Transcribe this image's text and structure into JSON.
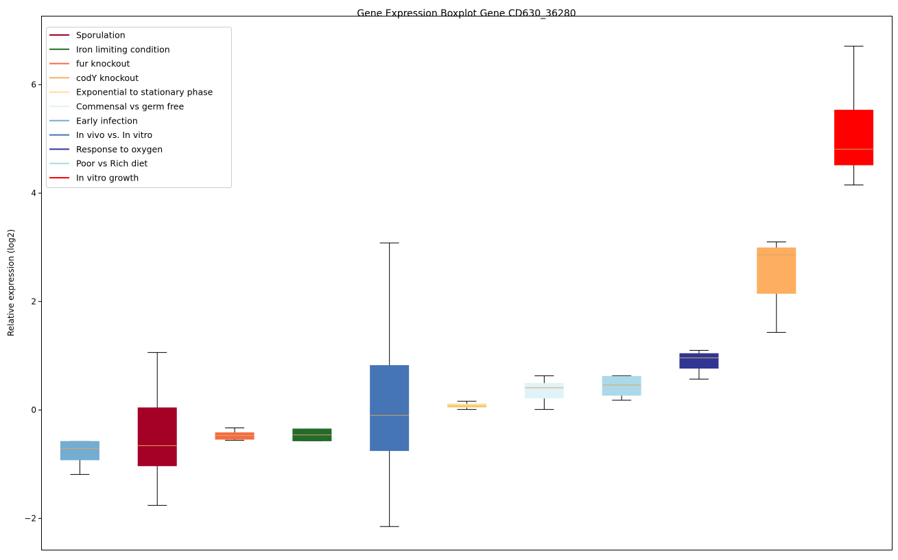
{
  "chart_data": {
    "type": "boxplot",
    "title": "Gene Expression Boxplot Gene CD630_36280",
    "xlabel": "",
    "ylabel": "Relative expression (log2)",
    "ylim": [
      -2.59,
      7.27
    ],
    "yticks": [
      -2,
      0,
      2,
      4,
      6
    ],
    "ytick_labels": [
      "−2",
      "0",
      "2",
      "4",
      "6"
    ],
    "grid": false,
    "legend_placement": "top-left",
    "legend": [
      {
        "label": "Sporulation",
        "color": "#a50026"
      },
      {
        "label": "Iron limiting condition",
        "color": "#236b2b"
      },
      {
        "label": "fur knockout",
        "color": "#f46d43"
      },
      {
        "label": "codY knockout",
        "color": "#fdae61"
      },
      {
        "label": "Exponential to stationary phase",
        "color": "#fee090"
      },
      {
        "label": "Commensal vs germ free",
        "color": "#e0f3f8"
      },
      {
        "label": "Early infection",
        "color": "#74add1"
      },
      {
        "label": "In vivo vs. In vitro",
        "color": "#4575b4"
      },
      {
        "label": "Response to oxygen",
        "color": "#313695"
      },
      {
        "label": "Poor vs Rich diet",
        "color": "#abd9e9"
      },
      {
        "label": "In vitro growth",
        "color": "#ff0000"
      }
    ],
    "boxes": [
      {
        "group": "Early infection",
        "color": "#74add1",
        "whislo": -1.19,
        "q1": -0.92,
        "median": -0.71,
        "q3": -0.58,
        "whishi": -0.58
      },
      {
        "group": "Sporulation",
        "color": "#a50026",
        "whislo": -1.76,
        "q1": -1.03,
        "median": -0.66,
        "q3": 0.04,
        "whishi": 1.06
      },
      {
        "group": "fur knockout",
        "color": "#f46d43",
        "whislo": -0.56,
        "q1": -0.54,
        "median": -0.47,
        "q3": -0.42,
        "whishi": -0.33
      },
      {
        "group": "Iron limiting condition",
        "color": "#236b2b",
        "whislo": -0.57,
        "q1": -0.57,
        "median": -0.46,
        "q3": -0.35,
        "whishi": -0.35
      },
      {
        "group": "In vivo vs. In vitro",
        "color": "#4575b4",
        "whislo": -2.15,
        "q1": -0.75,
        "median": -0.1,
        "q3": 0.82,
        "whishi": 3.08
      },
      {
        "group": "Exponential to stationary phase",
        "color": "#fee090",
        "whislo": 0.01,
        "q1": 0.05,
        "median": 0.07,
        "q3": 0.11,
        "whishi": 0.16
      },
      {
        "group": "Commensal vs germ free",
        "color": "#e0f3f8",
        "whislo": 0.01,
        "q1": 0.22,
        "median": 0.41,
        "q3": 0.49,
        "whishi": 0.63
      },
      {
        "group": "Poor vs Rich diet",
        "color": "#abd9e9",
        "whislo": 0.18,
        "q1": 0.27,
        "median": 0.46,
        "q3": 0.62,
        "whishi": 0.63
      },
      {
        "group": "Response to oxygen",
        "color": "#313695",
        "whislo": 0.57,
        "q1": 0.77,
        "median": 0.96,
        "q3": 1.04,
        "whishi": 1.1
      },
      {
        "group": "codY knockout",
        "color": "#fdae61",
        "whislo": 1.43,
        "q1": 2.15,
        "median": 2.86,
        "q3": 2.99,
        "whishi": 3.1
      },
      {
        "group": "In vitro growth",
        "color": "#ff0000",
        "whislo": 4.15,
        "q1": 4.52,
        "median": 4.81,
        "q3": 5.53,
        "whishi": 6.71
      }
    ],
    "median_color": "#e0a060"
  }
}
